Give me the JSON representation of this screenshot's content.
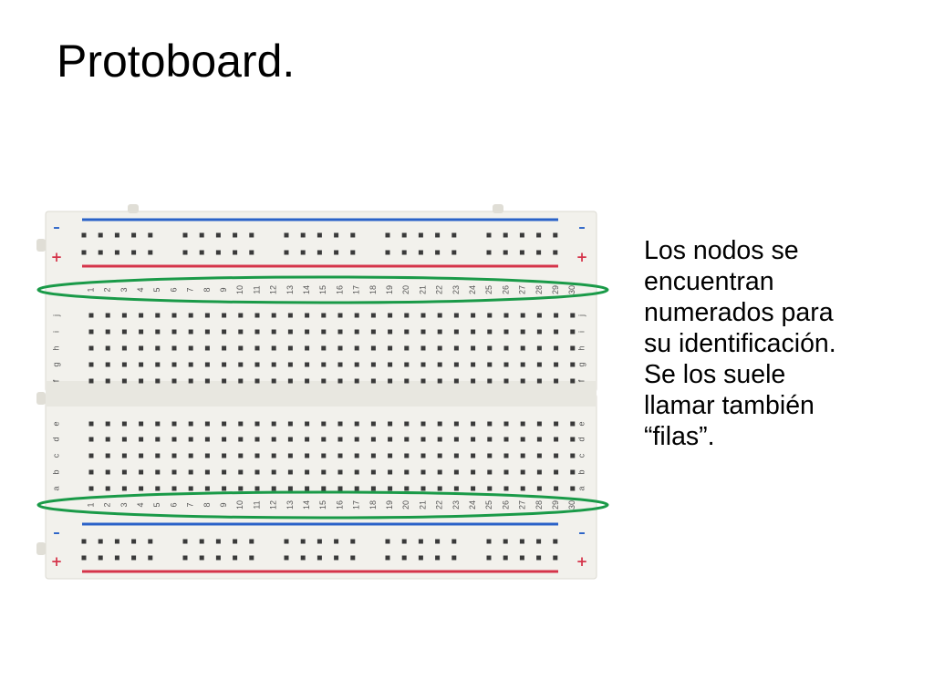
{
  "slide": {
    "title": "Protoboard.",
    "text": [
      "Los nodos se",
      "encuentran",
      "numerados para",
      "su identificación.",
      "Se los suele",
      "llamar también",
      "“filas”."
    ]
  },
  "breadboard": {
    "column_numbers": [
      "1",
      "2",
      "3",
      "4",
      "5",
      "6",
      "7",
      "8",
      "9",
      "10",
      "11",
      "12",
      "13",
      "14",
      "15",
      "16",
      "17",
      "18",
      "19",
      "20",
      "21",
      "22",
      "23",
      "24",
      "25",
      "26",
      "27",
      "28",
      "29",
      "30"
    ],
    "top_row_letters": [
      "j",
      "i",
      "h",
      "g",
      "f"
    ],
    "bottom_row_letters": [
      "e",
      "d",
      "c",
      "b",
      "a"
    ],
    "rail_minus": "–",
    "rail_plus": "+",
    "colors": {
      "board": "#f2f1ec",
      "hole": "#3a3a3a",
      "blue_rail": "#2a62c8",
      "red_rail": "#d5344a",
      "highlight": "#1a9a48"
    }
  }
}
